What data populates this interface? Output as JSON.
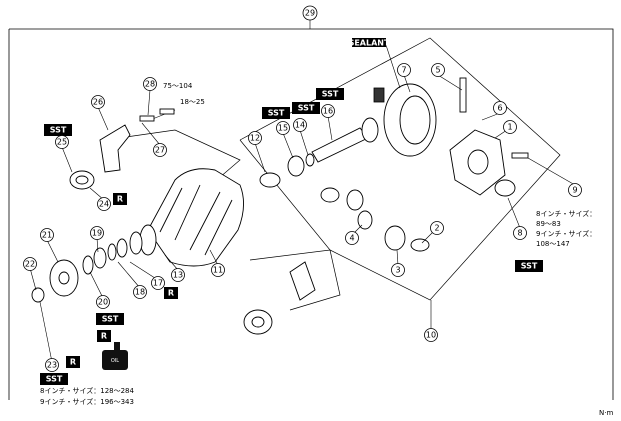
{
  "assembly_callout": "29",
  "unit_label": "N·m",
  "sealant_label": "SEALANT",
  "sst_label": "SST",
  "replace_label": "R",
  "oil_label": "OIL",
  "torques": {
    "bolt_28": "75～104",
    "bolt_27": "18～25",
    "flange_nut": [
      "8インチ・サイズ：128～284",
      "9インチ・サイズ：196～343"
    ],
    "ring_gear_bolt": [
      "8インチ・サイズ：",
      "89～83",
      "9インチ・サイズ：",
      "108～147"
    ]
  },
  "callouts": [
    "1",
    "2",
    "3",
    "4",
    "5",
    "6",
    "7",
    "8",
    "9",
    "10",
    "11",
    "12",
    "13",
    "14",
    "15",
    "16",
    "17",
    "18",
    "19",
    "20",
    "21",
    "22",
    "23",
    "24",
    "25",
    "26",
    "27",
    "28"
  ]
}
